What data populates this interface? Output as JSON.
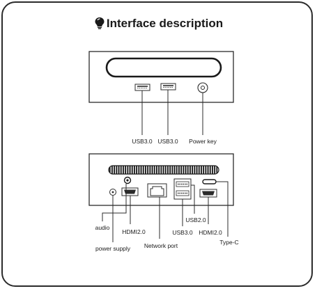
{
  "title": "Interface description",
  "icons": {
    "title_icon": "lightbulb-icon"
  },
  "colors": {
    "outline": "#2b2b2b",
    "text": "#1a1a1a"
  },
  "front_panel": {
    "labels": {
      "usb1": "USB3.0",
      "usb2": "USB3.0",
      "power_key": "Power key"
    }
  },
  "rear_panel": {
    "labels": {
      "audio": "audio",
      "power_supply": "power supply",
      "hdmi1": "HDMI2.0",
      "network": "Network port",
      "usb3": "USB3.0",
      "usb2": "USB2.0",
      "hdmi2": "HDMI2.0",
      "typec": "Type-C"
    }
  }
}
